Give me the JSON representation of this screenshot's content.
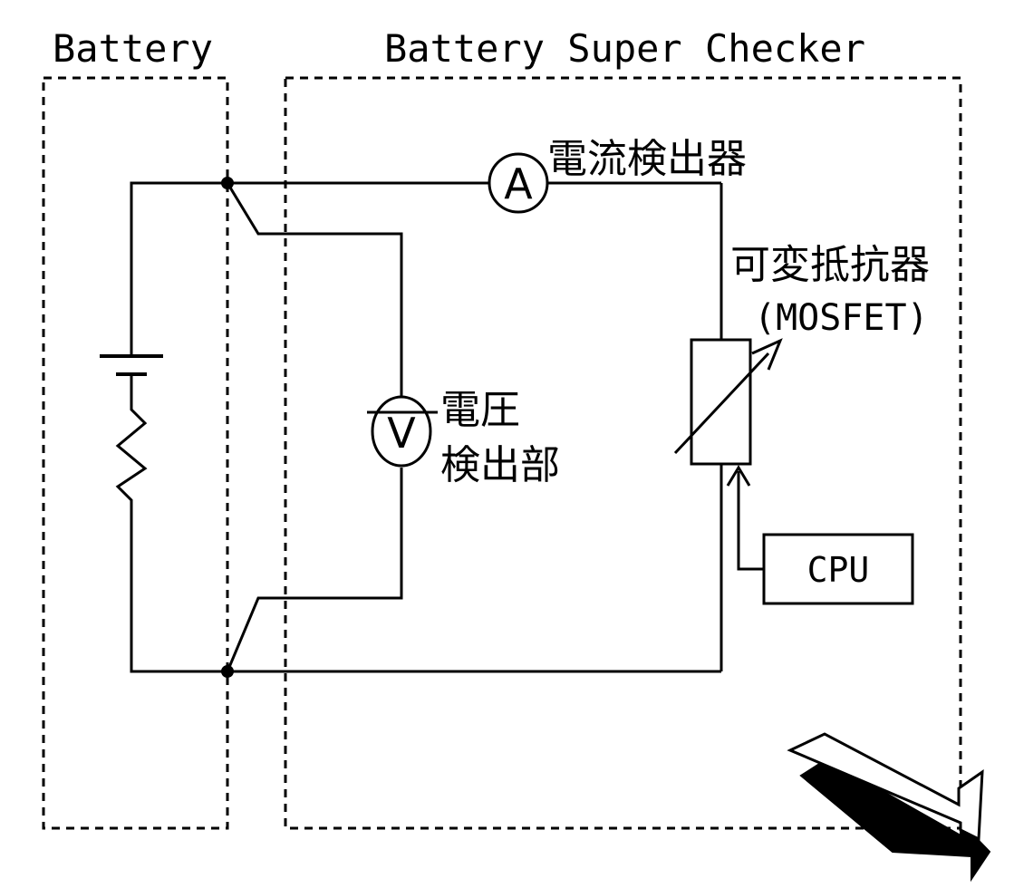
{
  "labels": {
    "battery": "Battery",
    "checker": "Battery Super Checker",
    "current_detector": "電流検出器",
    "variable_resistor": "可変抵抗器",
    "mosfet": "(MOSFET)",
    "voltage_line1": "電圧",
    "voltage_line2": "検出部",
    "cpu": "CPU",
    "ammeter_symbol": "A",
    "voltmeter_symbol": "V"
  }
}
